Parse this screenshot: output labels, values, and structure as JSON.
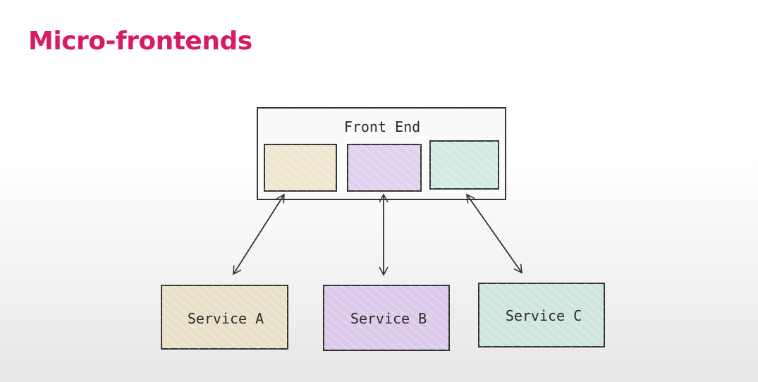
{
  "slide": {
    "title": "Micro-frontends",
    "title_color": "#d81b60"
  },
  "diagram": {
    "front_end": {
      "label": "Front End",
      "slots": [
        {
          "id": "slot-a",
          "color": "#efe6cf"
        },
        {
          "id": "slot-b",
          "color": "#e1d2ef"
        },
        {
          "id": "slot-c",
          "color": "#d3ebe4"
        }
      ]
    },
    "services": [
      {
        "id": "service-a",
        "label": "Service A",
        "color": "#e9e0c8"
      },
      {
        "id": "service-b",
        "label": "Service B",
        "color": "#dccaeb"
      },
      {
        "id": "service-c",
        "label": "Service C",
        "color": "#cfe6df"
      }
    ],
    "connections": [
      {
        "from": "slot-a",
        "to": "service-a",
        "arrows": "both"
      },
      {
        "from": "slot-b",
        "to": "service-b",
        "arrows": "both"
      },
      {
        "from": "slot-c",
        "to": "service-c",
        "arrows": "both"
      }
    ],
    "colors": {
      "stroke": "#333333",
      "hatch": "#ffffff"
    }
  }
}
